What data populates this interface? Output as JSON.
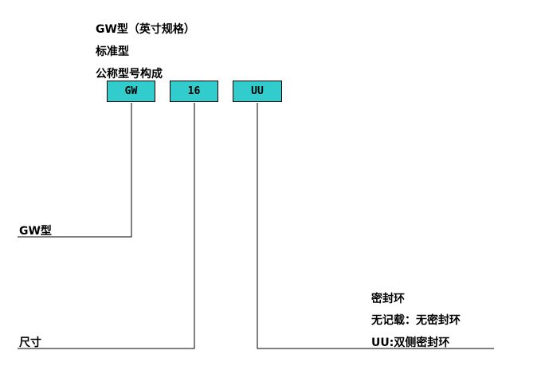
{
  "header": {
    "line1": "GW型（英寸规格）",
    "line2": "标准型",
    "line3": "公称型号构成"
  },
  "code_boxes": [
    "GW",
    "16",
    "UU"
  ],
  "branches": {
    "type_label": "GW型",
    "size_label": "尺寸",
    "seal_title": "密封环",
    "seal_none": "无记载：无密封环",
    "seal_uu": "UU:双侧密封环"
  },
  "colors": {
    "box_fill": "#33cccc",
    "line": "#000000"
  }
}
